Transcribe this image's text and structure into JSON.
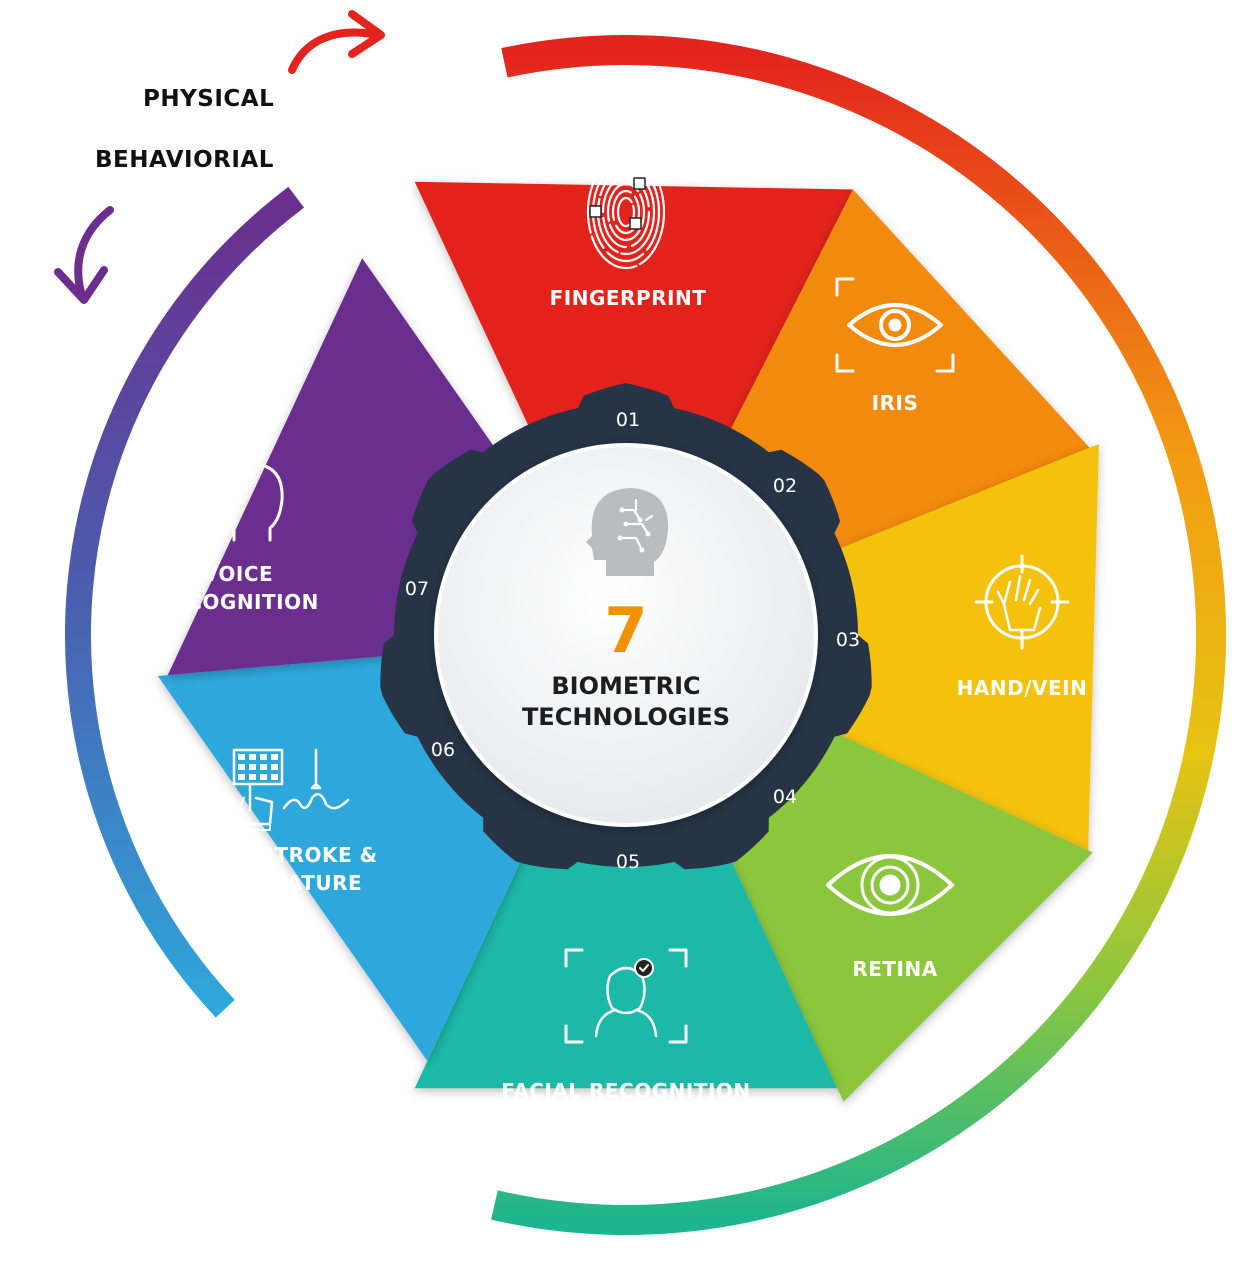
{
  "groups": {
    "physical": "PHYSICAL",
    "behavioral": "BEHAVIORIAL"
  },
  "center": {
    "number": "7",
    "line1": "BIOMETRIC",
    "line2": "TECHNOLOGIES",
    "icon": "brain-circuit-head-icon"
  },
  "colors": {
    "fingerprint": "#e3231d",
    "iris": "#f28a0d",
    "hand_vein": "#f4c20a",
    "retina": "#8cc63e",
    "facial": "#1db8a8",
    "keystroke": "#2ea8dc",
    "voice": "#6b2e8e",
    "hub": "#263445",
    "physical_arc_start": "#e3231d",
    "physical_arc_end": "#1db58e",
    "behavioral_arc_start": "#6b2e8e",
    "behavioral_arc_end": "#2ea8dc"
  },
  "segments": [
    {
      "id": "fingerprint",
      "num": "01",
      "lines": [
        "FINGERPRINT"
      ],
      "icon": "fingerprint-icon"
    },
    {
      "id": "iris",
      "num": "02",
      "lines": [
        "IRIS"
      ],
      "icon": "eye-scan-icon"
    },
    {
      "id": "hand_vein",
      "num": "03",
      "lines": [
        "HAND/VEIN"
      ],
      "icon": "hand-scan-icon"
    },
    {
      "id": "retina",
      "num": "04",
      "lines": [
        "RETINA"
      ],
      "icon": "retina-eye-icon"
    },
    {
      "id": "facial",
      "num": "05",
      "lines": [
        "FACIAL RECOGNITION"
      ],
      "icon": "face-scan-icon"
    },
    {
      "id": "keystroke",
      "num": "06",
      "lines": [
        "KEYSTROKE &",
        "SIGNATURE"
      ],
      "icon": "keypad-signature-icon"
    },
    {
      "id": "voice",
      "num": "07",
      "lines": [
        "VOICE",
        "RECOGNITION"
      ],
      "icon": "voice-head-icon"
    }
  ]
}
